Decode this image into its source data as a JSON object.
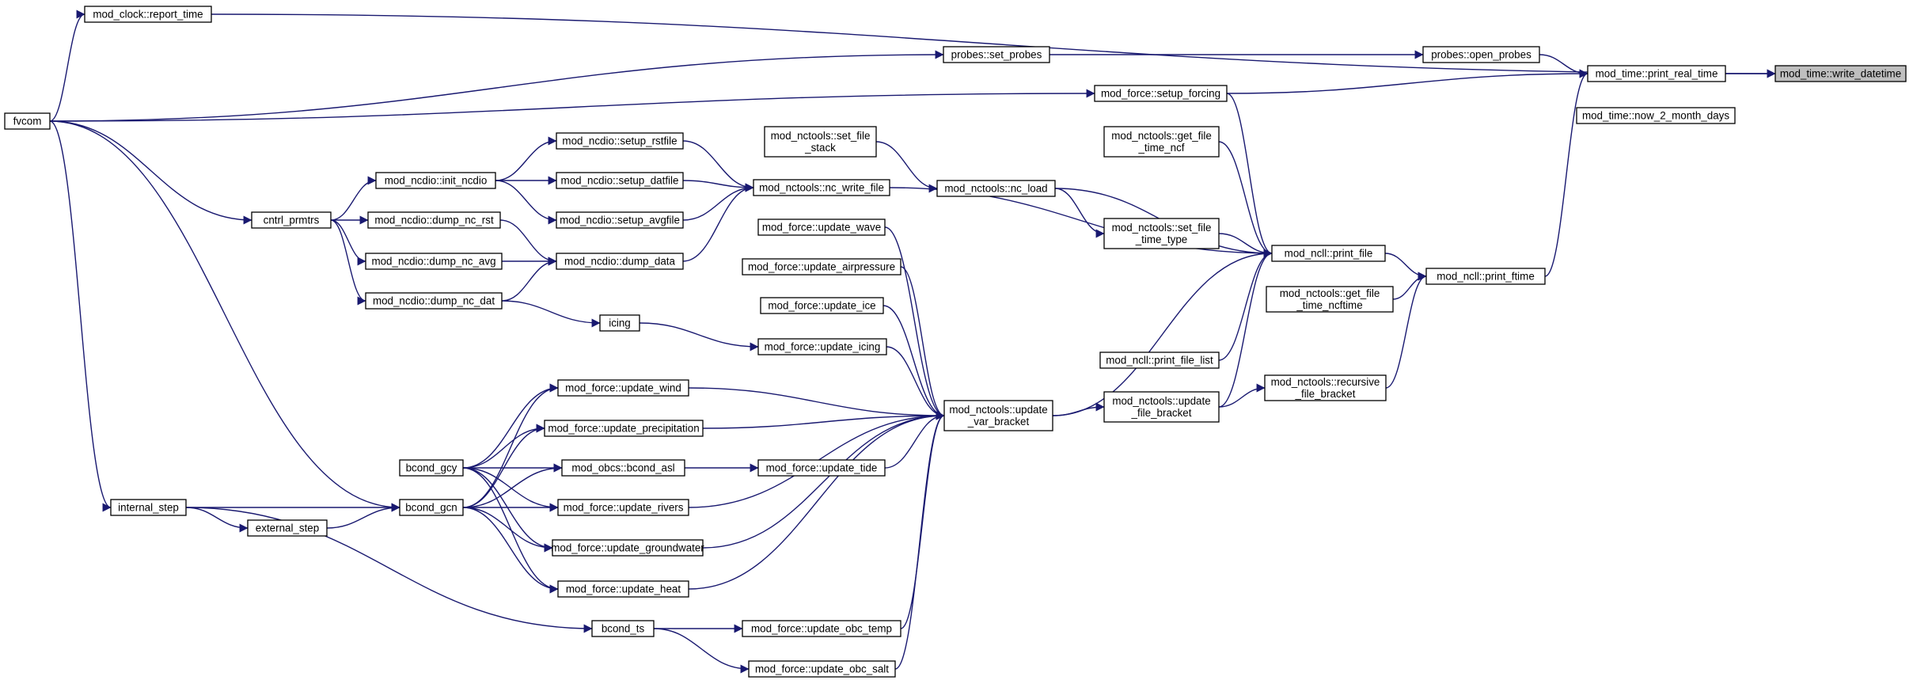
{
  "nodes": [
    {
      "id": "write_datetime",
      "lines": [
        "mod_time::write_datetime"
      ],
      "focus": true
    },
    {
      "id": "print_real_time",
      "lines": [
        "mod_time::print_real_time"
      ]
    },
    {
      "id": "now_2_month_days",
      "lines": [
        "mod_time::now_2_month_days"
      ]
    },
    {
      "id": "open_probes",
      "lines": [
        "probes::open_probes"
      ]
    },
    {
      "id": "set_probes",
      "lines": [
        "probes::set_probes"
      ]
    },
    {
      "id": "report_time",
      "lines": [
        "mod_clock::report_time"
      ]
    },
    {
      "id": "fvcom",
      "lines": [
        "fvcom"
      ]
    },
    {
      "id": "setup_forcing",
      "lines": [
        "mod_force::setup_forcing"
      ]
    },
    {
      "id": "print_ftime",
      "lines": [
        "mod_ncll::print_ftime"
      ]
    },
    {
      "id": "print_file",
      "lines": [
        "mod_ncll::print_file"
      ]
    },
    {
      "id": "get_file_time_ncftime",
      "lines": [
        "mod_nctools::get_file",
        "_time_ncftime"
      ]
    },
    {
      "id": "recursive_file_bracket",
      "lines": [
        "mod_nctools::recursive",
        "_file_bracket"
      ]
    },
    {
      "id": "get_file_time_ncf",
      "lines": [
        "mod_nctools::get_file",
        "_time_ncf"
      ]
    },
    {
      "id": "set_file_time_type",
      "lines": [
        "mod_nctools::set_file",
        "_time_type"
      ]
    },
    {
      "id": "nc_load",
      "lines": [
        "mod_nctools::nc_load"
      ]
    },
    {
      "id": "set_file_stack",
      "lines": [
        "mod_nctools::set_file",
        "_stack"
      ]
    },
    {
      "id": "nc_write_file",
      "lines": [
        "mod_nctools::nc_write_file"
      ]
    },
    {
      "id": "print_file_list",
      "lines": [
        "mod_ncll::print_file_list"
      ]
    },
    {
      "id": "update_file_bracket",
      "lines": [
        "mod_nctools::update",
        "_file_bracket"
      ]
    },
    {
      "id": "update_var_bracket",
      "lines": [
        "mod_nctools::update",
        "_var_bracket"
      ]
    },
    {
      "id": "setup_rstfile",
      "lines": [
        "mod_ncdio::setup_rstfile"
      ]
    },
    {
      "id": "setup_datfile",
      "lines": [
        "mod_ncdio::setup_datfile"
      ]
    },
    {
      "id": "setup_avgfile",
      "lines": [
        "mod_ncdio::setup_avgfile"
      ]
    },
    {
      "id": "init_ncdio",
      "lines": [
        "mod_ncdio::init_ncdio"
      ]
    },
    {
      "id": "dump_nc_rst",
      "lines": [
        "mod_ncdio::dump_nc_rst"
      ]
    },
    {
      "id": "dump_nc_avg",
      "lines": [
        "mod_ncdio::dump_nc_avg"
      ]
    },
    {
      "id": "dump_nc_dat",
      "lines": [
        "mod_ncdio::dump_nc_dat"
      ]
    },
    {
      "id": "dump_data",
      "lines": [
        "mod_ncdio::dump_data"
      ]
    },
    {
      "id": "cntrl_prmtrs",
      "lines": [
        "cntrl_prmtrs"
      ]
    },
    {
      "id": "update_wave",
      "lines": [
        "mod_force::update_wave"
      ]
    },
    {
      "id": "update_airpressure",
      "lines": [
        "mod_force::update_airpressure"
      ]
    },
    {
      "id": "update_ice",
      "lines": [
        "mod_force::update_ice"
      ]
    },
    {
      "id": "icing",
      "lines": [
        "icing"
      ]
    },
    {
      "id": "update_icing",
      "lines": [
        "mod_force::update_icing"
      ]
    },
    {
      "id": "update_wind",
      "lines": [
        "mod_force::update_wind"
      ]
    },
    {
      "id": "update_precipitation",
      "lines": [
        "mod_force::update_precipitation"
      ]
    },
    {
      "id": "bcond_asl",
      "lines": [
        "mod_obcs::bcond_asl"
      ]
    },
    {
      "id": "update_tide",
      "lines": [
        "mod_force::update_tide"
      ]
    },
    {
      "id": "update_rivers",
      "lines": [
        "mod_force::update_rivers"
      ]
    },
    {
      "id": "update_groundwater",
      "lines": [
        "mod_force::update_groundwater"
      ]
    },
    {
      "id": "update_heat",
      "lines": [
        "mod_force::update_heat"
      ]
    },
    {
      "id": "update_obc_temp",
      "lines": [
        "mod_force::update_obc_temp"
      ]
    },
    {
      "id": "update_obc_salt",
      "lines": [
        "mod_force::update_obc_salt"
      ]
    },
    {
      "id": "bcond_ts",
      "lines": [
        "bcond_ts"
      ]
    },
    {
      "id": "bcond_gcy",
      "lines": [
        "bcond_gcy"
      ]
    },
    {
      "id": "bcond_gcn",
      "lines": [
        "bcond_gcn"
      ]
    },
    {
      "id": "internal_step",
      "lines": [
        "internal_step"
      ]
    },
    {
      "id": "external_step",
      "lines": [
        "external_step"
      ]
    }
  ],
  "edges": [
    [
      "print_real_time",
      "write_datetime"
    ],
    [
      "report_time",
      "write_datetime"
    ],
    [
      "open_probes",
      "print_real_time"
    ],
    [
      "setup_forcing",
      "print_real_time"
    ],
    [
      "print_ftime",
      "print_real_time"
    ],
    [
      "set_probes",
      "open_probes"
    ],
    [
      "fvcom",
      "report_time"
    ],
    [
      "fvcom",
      "set_probes"
    ],
    [
      "fvcom",
      "setup_forcing"
    ],
    [
      "fvcom",
      "cntrl_prmtrs"
    ],
    [
      "fvcom",
      "internal_step"
    ],
    [
      "fvcom",
      "bcond_gcn"
    ],
    [
      "print_file",
      "print_ftime"
    ],
    [
      "get_file_time_ncftime",
      "print_ftime"
    ],
    [
      "recursive_file_bracket",
      "print_ftime"
    ],
    [
      "setup_forcing",
      "print_file"
    ],
    [
      "get_file_time_ncf",
      "print_file"
    ],
    [
      "nc_load",
      "print_file"
    ],
    [
      "set_file_time_type",
      "print_file"
    ],
    [
      "nc_write_file",
      "print_file"
    ],
    [
      "update_var_bracket",
      "print_file"
    ],
    [
      "print_file_list",
      "print_file"
    ],
    [
      "update_file_bracket",
      "print_file"
    ],
    [
      "nc_load",
      "set_file_time_type"
    ],
    [
      "set_file_stack",
      "nc_load"
    ],
    [
      "setup_rstfile",
      "nc_write_file"
    ],
    [
      "setup_datfile",
      "nc_write_file"
    ],
    [
      "setup_avgfile",
      "nc_write_file"
    ],
    [
      "dump_data",
      "nc_write_file"
    ],
    [
      "update_file_bracket",
      "recursive_file_bracket"
    ],
    [
      "update_var_bracket",
      "update_file_bracket"
    ],
    [
      "init_ncdio",
      "setup_rstfile"
    ],
    [
      "init_ncdio",
      "setup_datfile"
    ],
    [
      "init_ncdio",
      "setup_avgfile"
    ],
    [
      "cntrl_prmtrs",
      "init_ncdio"
    ],
    [
      "cntrl_prmtrs",
      "dump_nc_rst"
    ],
    [
      "cntrl_prmtrs",
      "dump_nc_avg"
    ],
    [
      "cntrl_prmtrs",
      "dump_nc_dat"
    ],
    [
      "dump_nc_rst",
      "dump_data"
    ],
    [
      "dump_nc_avg",
      "dump_data"
    ],
    [
      "dump_nc_dat",
      "dump_data"
    ],
    [
      "dump_nc_dat",
      "icing"
    ],
    [
      "icing",
      "update_icing"
    ],
    [
      "update_wave",
      "update_var_bracket"
    ],
    [
      "update_airpressure",
      "update_var_bracket"
    ],
    [
      "update_ice",
      "update_var_bracket"
    ],
    [
      "update_icing",
      "update_var_bracket"
    ],
    [
      "update_wind",
      "update_var_bracket"
    ],
    [
      "update_precipitation",
      "update_var_bracket"
    ],
    [
      "update_tide",
      "update_var_bracket"
    ],
    [
      "update_rivers",
      "update_var_bracket"
    ],
    [
      "update_groundwater",
      "update_var_bracket"
    ],
    [
      "update_heat",
      "update_var_bracket"
    ],
    [
      "update_obc_temp",
      "update_var_bracket"
    ],
    [
      "update_obc_salt",
      "update_var_bracket"
    ],
    [
      "bcond_asl",
      "update_tide"
    ],
    [
      "bcond_gcy",
      "update_wind"
    ],
    [
      "bcond_gcy",
      "update_precipitation"
    ],
    [
      "bcond_gcy",
      "bcond_asl"
    ],
    [
      "bcond_gcy",
      "update_rivers"
    ],
    [
      "bcond_gcy",
      "update_groundwater"
    ],
    [
      "bcond_gcy",
      "update_heat"
    ],
    [
      "bcond_gcn",
      "update_wind"
    ],
    [
      "bcond_gcn",
      "update_precipitation"
    ],
    [
      "bcond_gcn",
      "bcond_asl"
    ],
    [
      "bcond_gcn",
      "update_rivers"
    ],
    [
      "bcond_gcn",
      "update_groundwater"
    ],
    [
      "bcond_gcn",
      "update_heat"
    ],
    [
      "bcond_ts",
      "update_obc_temp"
    ],
    [
      "bcond_ts",
      "update_obc_salt"
    ],
    [
      "internal_step",
      "bcond_gcn"
    ],
    [
      "internal_step",
      "external_step"
    ],
    [
      "internal_step",
      "bcond_ts"
    ],
    [
      "external_step",
      "bcond_gcn"
    ]
  ]
}
